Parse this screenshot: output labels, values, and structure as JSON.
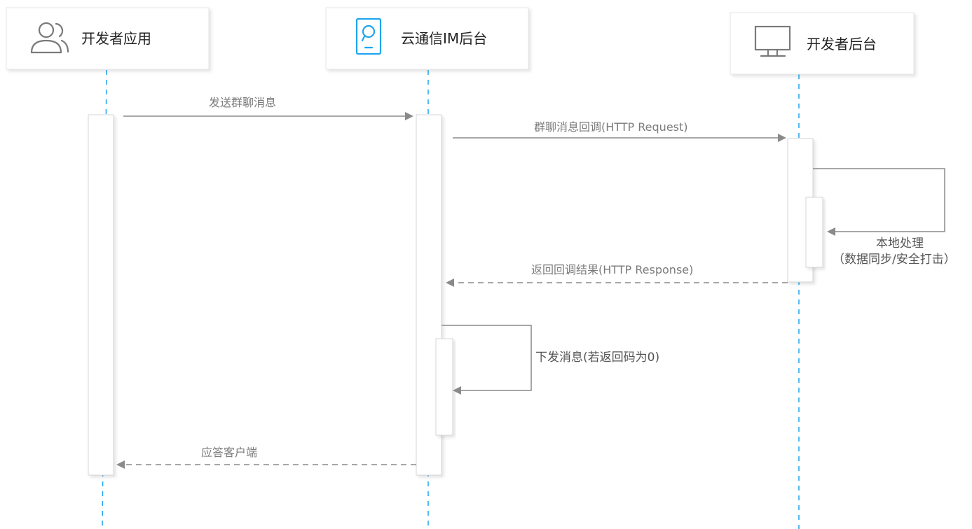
{
  "actors": [
    {
      "name": "开发者应用",
      "icon": "users-icon",
      "icon_color": "#7a7a7a"
    },
    {
      "name": "云通信IM后台",
      "icon": "chat-phone-icon",
      "icon_color": "#1ea5ef"
    },
    {
      "name": "开发者后台",
      "icon": "monitor-icon",
      "icon_color": "#7a7a7a"
    }
  ],
  "messages": [
    {
      "label": "发送群聊消息",
      "from": "开发者应用",
      "to": "云通信IM后台",
      "style": "solid"
    },
    {
      "label": "群聊消息回调(HTTP Request)",
      "from": "云通信IM后台",
      "to": "开发者后台",
      "style": "solid"
    },
    {
      "label_lines": [
        "本地处理",
        "（数据同步/安全打击）"
      ],
      "from": "开发者后台",
      "to": "开发者后台",
      "style": "self"
    },
    {
      "label": "返回回调结果(HTTP Response)",
      "from": "开发者后台",
      "to": "云通信IM后台",
      "style": "dashed"
    },
    {
      "label": "下发消息(若返回码为0)",
      "from": "云通信IM后台",
      "to": "云通信IM后台",
      "style": "self"
    },
    {
      "label": "应答客户端",
      "from": "云通信IM后台",
      "to": "开发者应用",
      "style": "dashed"
    }
  ],
  "colors": {
    "lifeline": "#1ea5ef",
    "arrow": "#8a8a8a",
    "box_border": "#e6e6e6"
  }
}
